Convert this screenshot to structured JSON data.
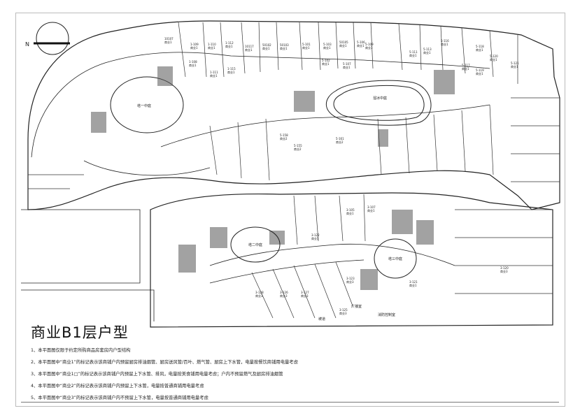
{
  "title": "商业B1层户型",
  "notes": [
    "1、本平面图仅限于约定所购商品房套房内户型结构",
    "2、本平面图中“商业1”的标记表示该商铺户内预留厨房排油烟管、厨房送风管/百叶、燃气管、厨房上下水管，电量按餐饮商铺用电量考虑",
    "3、本平面图中“商业1□”的标记表示该商铺户内预留上下水管、排风，电量按美食铺用电量考虑；户内不预留燃气及厨房排油烟管",
    "4、本平面图中“商业2”的标记表示该商铺户内预留上下水管，电量按普通商铺用电量考虑",
    "5、本平面图中“商业3”的标记表示该商铺户内不预留上下水管，电量按普通商铺用电量考虑"
  ],
  "compass": {
    "north_label": "N"
  },
  "atriums": [
    "塔一中庭",
    "溜冰中庭",
    "塔二中庭",
    "塔三中庭"
  ],
  "rooms": [
    "广播室",
    "消防控制室",
    "坡道"
  ],
  "units": [
    {
      "id": "10107",
      "type": "商业1"
    },
    {
      "id": "1-109",
      "type": "商业1"
    },
    {
      "id": "1-110",
      "type": "商业1"
    },
    {
      "id": "1-112",
      "type": "商业1"
    },
    {
      "id": "10117",
      "type": "商业1"
    },
    {
      "id": "50102",
      "type": "商业1"
    },
    {
      "id": "50103",
      "type": "商业1"
    },
    {
      "id": "5-101",
      "type": "商业1"
    },
    {
      "id": "5-103",
      "type": "商业1"
    },
    {
      "id": "50105",
      "type": "商业1"
    },
    {
      "id": "5-106",
      "type": "商业1"
    },
    {
      "id": "5-109",
      "type": "商业3"
    },
    {
      "id": "5-111",
      "type": "商业1"
    },
    {
      "id": "5-113",
      "type": "商业1"
    },
    {
      "id": "5-116",
      "type": "商业1"
    },
    {
      "id": "5-118",
      "type": "商业1"
    },
    {
      "id": "5-120",
      "type": "商业1"
    },
    {
      "id": "5-121",
      "type": "商业1"
    },
    {
      "id": "1-108",
      "type": "商业1"
    },
    {
      "id": "1-111",
      "type": "商业1"
    },
    {
      "id": "1-115",
      "type": "商业1"
    },
    {
      "id": "5-102",
      "type": "商业1"
    },
    {
      "id": "5-107",
      "type": "商业1"
    },
    {
      "id": "5-117",
      "type": "商业1"
    },
    {
      "id": "5-119",
      "type": "商业1"
    },
    {
      "id": "5-158",
      "type": "商业2"
    },
    {
      "id": "5-155",
      "type": "商业2"
    },
    {
      "id": "5-161",
      "type": "商业2"
    },
    {
      "id": "3-122",
      "type": "商业1"
    },
    {
      "id": "3-123",
      "type": "商业3"
    },
    {
      "id": "3-125",
      "type": "商业3"
    },
    {
      "id": "3-127",
      "type": "商业3"
    },
    {
      "id": "3-126",
      "type": "商业3"
    },
    {
      "id": "3-128",
      "type": "商业3"
    },
    {
      "id": "3-121",
      "type": "商业1"
    },
    {
      "id": "3-120",
      "type": "商业3"
    },
    {
      "id": "3-105",
      "type": "商业1"
    },
    {
      "id": "3-107",
      "type": "商业1"
    }
  ],
  "colors": {
    "line": "#222222",
    "paper": "#ffffff"
  }
}
